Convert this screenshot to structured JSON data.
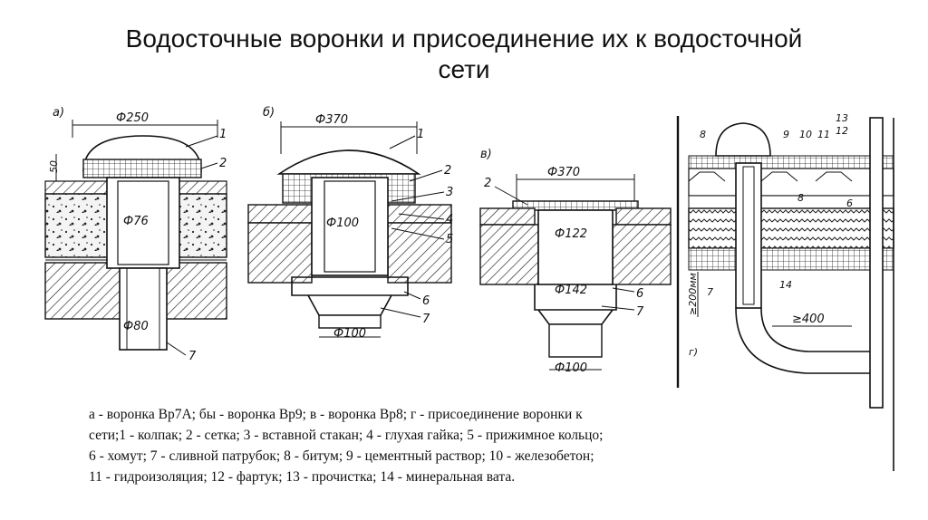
{
  "title": {
    "line1": "Водосточные воронки и присоединение их к водосточной",
    "line2": "сети"
  },
  "figures": {
    "a": {
      "tag": "а)",
      "dims": [
        "Ф250",
        "Ф76",
        "Ф80",
        "50"
      ],
      "callouts": [
        "1",
        "2",
        "7"
      ]
    },
    "b": {
      "tag": "б)",
      "dims": [
        "Ф370",
        "Ф100",
        "Ф100"
      ],
      "callouts": [
        "1",
        "2",
        "3",
        "4",
        "5",
        "6",
        "7"
      ]
    },
    "c": {
      "tag": "в)",
      "dims": [
        "Ф370",
        "Ф122",
        "Ф142",
        "Ф100"
      ],
      "callouts": [
        "2",
        "6",
        "7"
      ]
    },
    "d": {
      "tag": "г)",
      "dims": [
        "≥200мм",
        "≥400"
      ],
      "callouts": [
        "13",
        "12",
        "8",
        "9",
        "10",
        "11",
        "8",
        "6",
        "14",
        "7"
      ]
    }
  },
  "caption": {
    "line1": "а - воронка Вр7А; бы - воронка Вр9; в - воронка Вр8; г - присоединение воронки к",
    "line2": "сети;1 - колпак; 2 - сетка; 3 - вставной стакан; 4 - глухая гайка; 5 - прижимное кольцо;",
    "line3": "6 -  хомут; 7 - сливной патрубок; 8 - битум; 9 - цементный раствор; 10 - железобетон;",
    "line4": "11 - гидроизоляция; 12 - фартук; 13 - прочистка; 14 - минеральная вата."
  }
}
